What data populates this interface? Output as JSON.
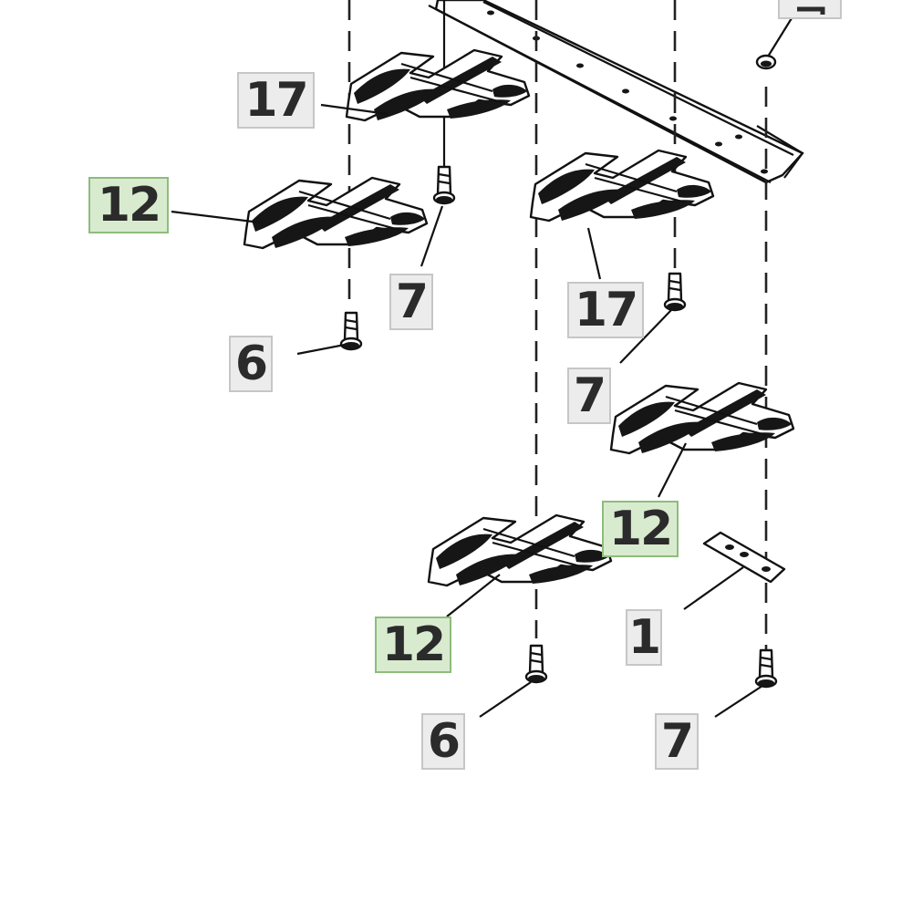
{
  "diagram": {
    "callouts": [
      {
        "id": "c17a",
        "label": "17",
        "style": "gray"
      },
      {
        "id": "c12a",
        "label": "12",
        "style": "green"
      },
      {
        "id": "c7a",
        "label": "7",
        "style": "gray"
      },
      {
        "id": "c6a",
        "label": "6",
        "style": "gray"
      },
      {
        "id": "c17b",
        "label": "17",
        "style": "gray"
      },
      {
        "id": "c7b",
        "label": "7",
        "style": "gray"
      },
      {
        "id": "c12b",
        "label": "12",
        "style": "green"
      },
      {
        "id": "c12c",
        "label": "12",
        "style": "green"
      },
      {
        "id": "c1",
        "label": "1",
        "style": "gray"
      },
      {
        "id": "c6b",
        "label": "6",
        "style": "gray"
      },
      {
        "id": "c7c",
        "label": "7",
        "style": "gray"
      }
    ],
    "colors": {
      "callout_gray_bg": "#ececec",
      "callout_green_bg": "#d8ebcf",
      "callout_green_border": "#8ebc7c",
      "linework": "#111111"
    }
  }
}
